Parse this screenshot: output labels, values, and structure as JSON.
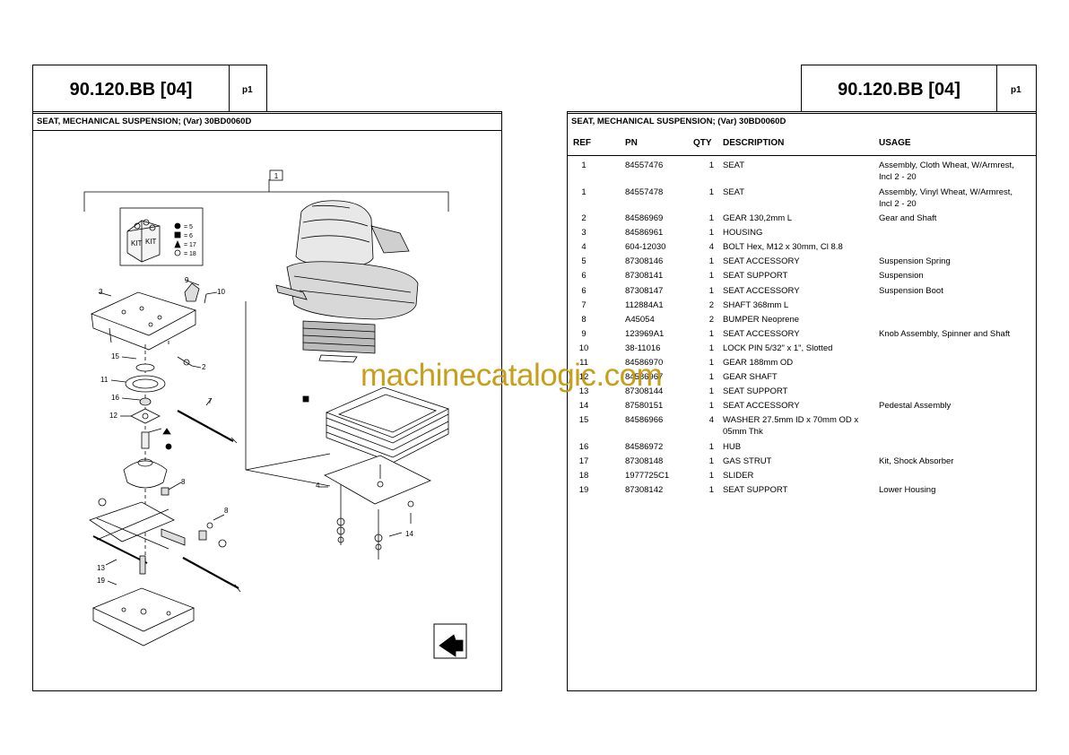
{
  "left_page": {
    "code": "90.120.BB [04]",
    "page": "p1",
    "title": "SEAT, MECHANICAL SUSPENSION; (Var) 30BD0060D",
    "kit_legend": {
      "kit_label": "KIT",
      "items": [
        {
          "symbol": "circle",
          "label": "= 5"
        },
        {
          "symbol": "square",
          "label": "= 6"
        },
        {
          "symbol": "triangle",
          "label": "= 17"
        },
        {
          "symbol": "open-circle",
          "label": "= 18"
        }
      ]
    },
    "callouts": [
      "1",
      "3",
      "9",
      "10",
      "15",
      "2",
      "11",
      "16",
      "7",
      "12",
      "4",
      "8",
      "8",
      "13",
      "19",
      "14"
    ]
  },
  "right_page": {
    "code": "90.120.BB [04]",
    "page": "p1",
    "title": "SEAT, MECHANICAL SUSPENSION; (Var) 30BD0060D",
    "columns": {
      "ref": "REF",
      "pn": "PN",
      "qty": "QTY",
      "description": "DESCRIPTION",
      "usage": "USAGE"
    },
    "rows": [
      {
        "ref": "1",
        "pn": "84557476",
        "qty": "1",
        "description": "SEAT",
        "usage": "Assembly, Cloth Wheat, W/Armrest,",
        "usage2": "Incl  2 - 20",
        "desc2": ""
      },
      {
        "ref": "1",
        "pn": "84557478",
        "qty": "1",
        "description": "SEAT",
        "usage": "Assembly, Vinyl Wheat, W/Armrest,",
        "usage2": "Incl  2 - 20",
        "desc2": ""
      },
      {
        "ref": "2",
        "pn": "84586969",
        "qty": "1",
        "description": "GEAR 130,2mm L",
        "usage": "Gear and Shaft",
        "usage2": "",
        "desc2": ""
      },
      {
        "ref": "3",
        "pn": "84586961",
        "qty": "1",
        "description": "HOUSING",
        "usage": "",
        "usage2": "",
        "desc2": ""
      },
      {
        "ref": "4",
        "pn": "604-12030",
        "qty": "4",
        "description": "BOLT Hex, M12 x 30mm, Cl 8.8",
        "usage": "",
        "usage2": "",
        "desc2": ""
      },
      {
        "ref": "5",
        "pn": "87308146",
        "qty": "1",
        "description": "SEAT ACCESSORY",
        "usage": "Suspension Spring",
        "usage2": "",
        "desc2": ""
      },
      {
        "ref": "6",
        "pn": "87308141",
        "qty": "1",
        "description": "SEAT SUPPORT",
        "usage": "Suspension",
        "usage2": "",
        "desc2": ""
      },
      {
        "ref": "6",
        "pn": "87308147",
        "qty": "1",
        "description": "SEAT ACCESSORY",
        "usage": "Suspension Boot",
        "usage2": "",
        "desc2": ""
      },
      {
        "ref": "7",
        "pn": "112884A1",
        "qty": "2",
        "description": "SHAFT 368mm L",
        "usage": "",
        "usage2": "",
        "desc2": ""
      },
      {
        "ref": "8",
        "pn": "A45054",
        "qty": "2",
        "description": "BUMPER Neoprene",
        "usage": "",
        "usage2": "",
        "desc2": ""
      },
      {
        "ref": "9",
        "pn": "123969A1",
        "qty": "1",
        "description": "SEAT ACCESSORY",
        "usage": "Knob Assembly, Spinner and Shaft",
        "usage2": "",
        "desc2": ""
      },
      {
        "ref": "10",
        "pn": "38-11016",
        "qty": "1",
        "description": "LOCK PIN 5/32\" x 1\", Slotted",
        "usage": "",
        "usage2": "",
        "desc2": ""
      },
      {
        "ref": "11",
        "pn": "84586970",
        "qty": "1",
        "description": "GEAR 188mm OD",
        "usage": "",
        "usage2": "",
        "desc2": ""
      },
      {
        "ref": "12",
        "pn": "84586967",
        "qty": "1",
        "description": "GEAR SHAFT",
        "usage": "",
        "usage2": "",
        "desc2": ""
      },
      {
        "ref": "13",
        "pn": "87308144",
        "qty": "1",
        "description": "SEAT SUPPORT",
        "usage": "",
        "usage2": "",
        "desc2": ""
      },
      {
        "ref": "14",
        "pn": "87580151",
        "qty": "1",
        "description": "SEAT ACCESSORY",
        "usage": "Pedestal Assembly",
        "usage2": "",
        "desc2": ""
      },
      {
        "ref": "15",
        "pn": "84586966",
        "qty": "4",
        "description": "WASHER 27.5mm ID x 70mm OD x",
        "usage": "",
        "usage2": "",
        "desc2": "05mm Thk"
      },
      {
        "ref": "16",
        "pn": "84586972",
        "qty": "1",
        "description": "HUB",
        "usage": "",
        "usage2": "",
        "desc2": ""
      },
      {
        "ref": "17",
        "pn": "87308148",
        "qty": "1",
        "description": "GAS STRUT",
        "usage": "Kit, Shock Absorber",
        "usage2": "",
        "desc2": ""
      },
      {
        "ref": "18",
        "pn": "1977725C1",
        "qty": "1",
        "description": "SLIDER",
        "usage": "",
        "usage2": "",
        "desc2": ""
      },
      {
        "ref": "19",
        "pn": "87308142",
        "qty": "1",
        "description": "SEAT SUPPORT",
        "usage": "Lower Housing",
        "usage2": "",
        "desc2": ""
      }
    ]
  },
  "watermark": "machinecatalogic.com"
}
